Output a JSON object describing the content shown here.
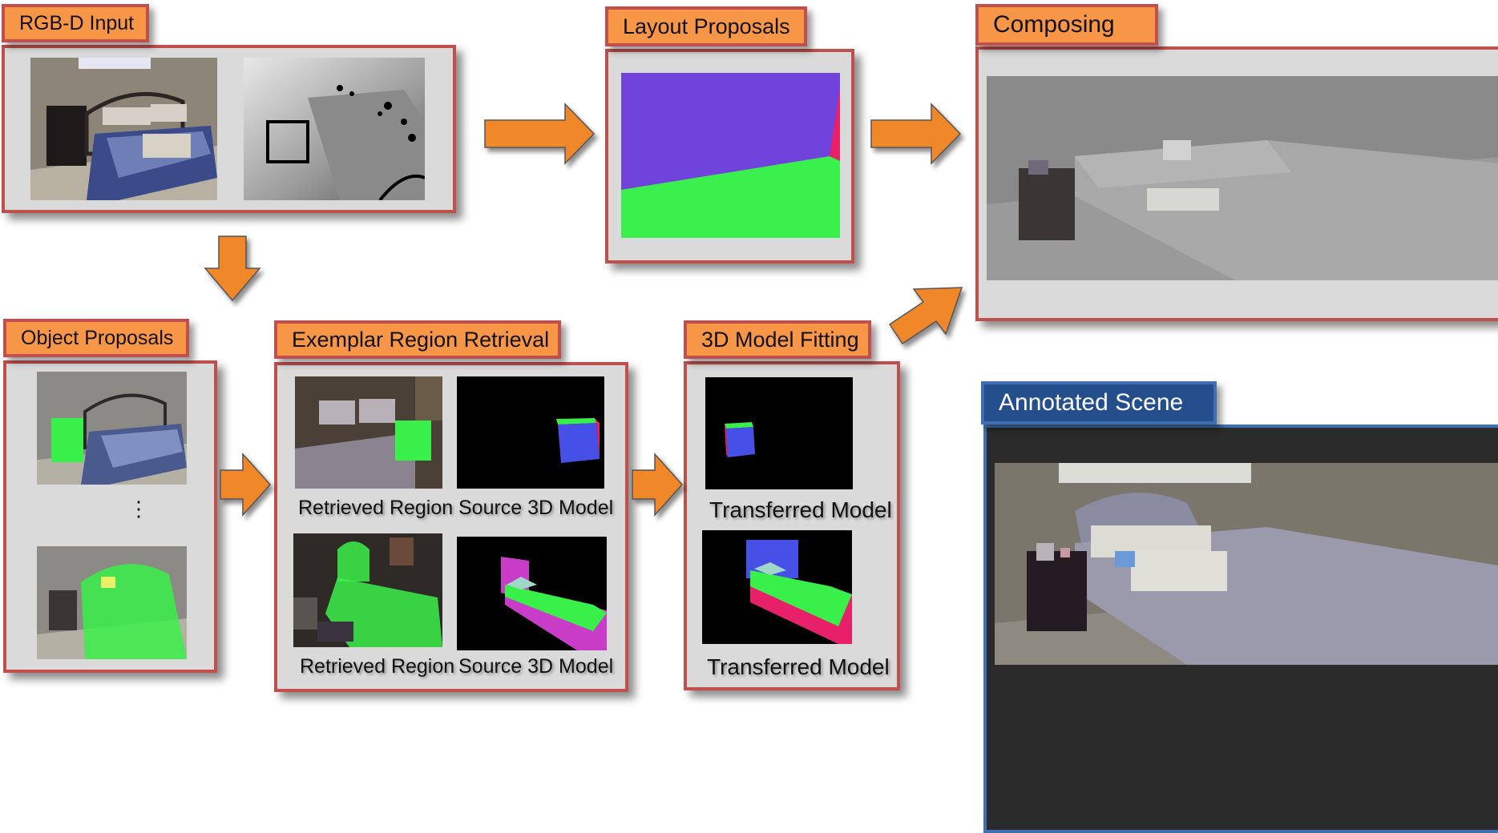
{
  "stages": {
    "rgbd_input": "RGB-D Input",
    "layout_proposals": "Layout Proposals",
    "composing": "Composing",
    "object_proposals": "Object Proposals",
    "exemplar_region_retrieval": "Exemplar Region Retrieval",
    "model_fitting": "3D Model Fitting",
    "annotated_scene": "Annotated Scene"
  },
  "captions": {
    "retrieved_region_1": "Retrieved Region",
    "source_model_1": "Source 3D Model",
    "retrieved_region_2": "Retrieved Region",
    "source_model_2": "Source 3D Model",
    "transferred_model_1": "Transferred Model",
    "transferred_model_2": "Transferred Model",
    "ellipsis": "⋮"
  },
  "colors": {
    "panel_border": "#c0504d",
    "panel_fill": "#dadada",
    "tab_fill": "#f79646",
    "annotated_tab_fill": "#254e8c",
    "annotated_border": "#3f6fb0",
    "arrow": "#f0882a",
    "layout_wall": "#7044dc",
    "layout_floor": "#3af04c",
    "layout_side_wall": "#e8206a",
    "segment_green": "#39f04a",
    "model_blue": "#4650e6",
    "model_magenta": "#c83cc8"
  }
}
